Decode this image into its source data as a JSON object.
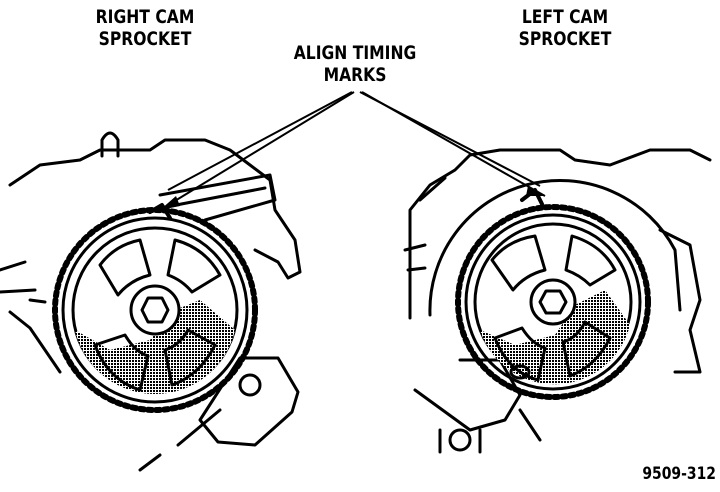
{
  "labels": {
    "right_cam": [
      "RIGHT CAM",
      "SPROCKET"
    ],
    "left_cam": [
      "LEFT CAM",
      "SPROCKET"
    ],
    "align": [
      "ALIGN TIMING",
      "MARKS"
    ],
    "figure_number": "9509-312"
  },
  "icons": {
    "left_illustration": "right-cam-sprocket-engine-illustration",
    "right_illustration": "left-cam-sprocket-engine-illustration"
  }
}
